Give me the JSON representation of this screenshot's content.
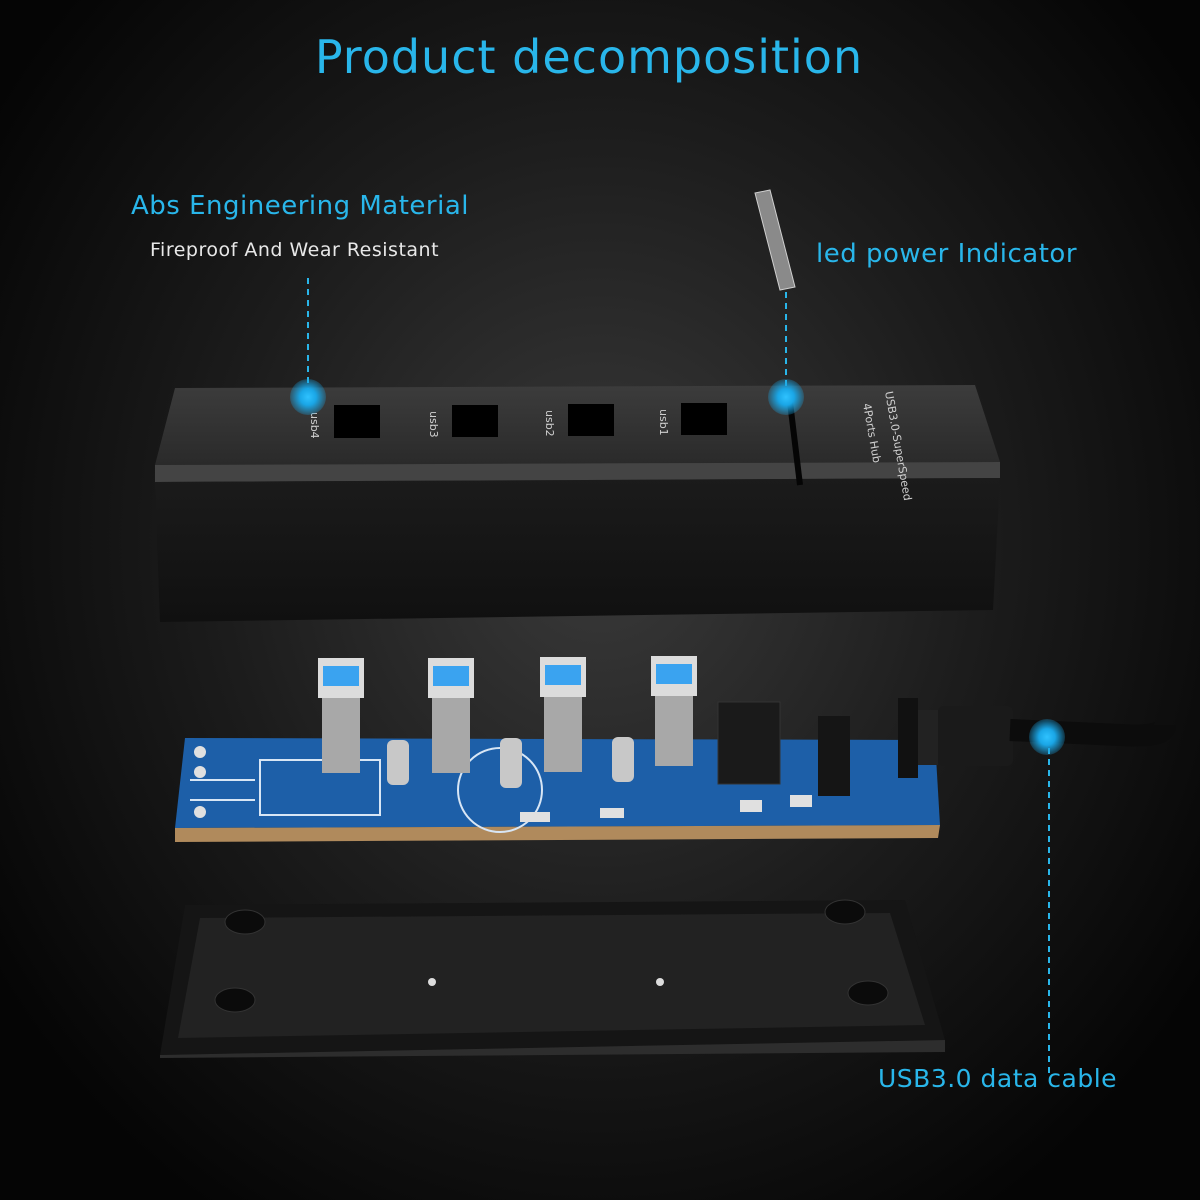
{
  "title": "Product decomposition",
  "callouts": {
    "material_title": "Abs Engineering Material",
    "material_subtitle": "Fireproof And Wear Resistant",
    "led": "led power Indicator",
    "cable": "USB3.0 data cable"
  },
  "housing_print": {
    "ports": [
      "usb4",
      "usb3",
      "usb2",
      "usb1"
    ],
    "brand_line1": "USB3.0-SuperSpeed",
    "brand_line2": "4Ports Hub"
  },
  "colors": {
    "accent": "#29b6ea",
    "background": "#1c1c1c",
    "pcb": "#1d5fa8"
  }
}
